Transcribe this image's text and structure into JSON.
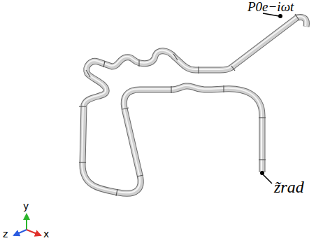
{
  "diagram": {
    "labels": [
      "P0e−iωt",
      "z̃rad",
      "y",
      "z",
      "x"
    ]
  }
}
